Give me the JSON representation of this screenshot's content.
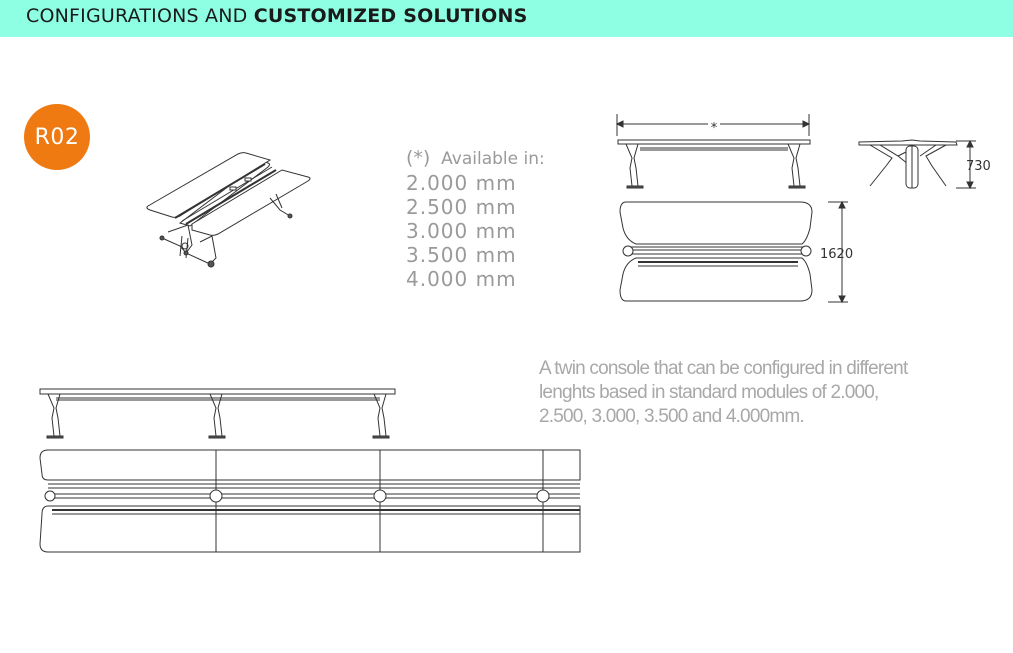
{
  "header": {
    "title_regular": "CONFIGURATIONS AND",
    "title_bold": "CUSTOMIZED SOLUTIONS",
    "background": "#8effe2"
  },
  "badge": {
    "label": "R02",
    "color": "#ee7a11"
  },
  "availability": {
    "marker": "(*)",
    "heading": "Available in:",
    "sizes": [
      "2.000 mm",
      "2.500 mm",
      "3.000 mm",
      "3.500 mm",
      "4.000 mm"
    ]
  },
  "dimensions": {
    "length": "*",
    "height": "730",
    "depth": "1620"
  },
  "description": {
    "lines": [
      "A twin console that can be configured in different",
      "lenghts based in standard modules of 2.000,",
      "2.500,  3.000, 3.500 and 4.000mm."
    ]
  }
}
